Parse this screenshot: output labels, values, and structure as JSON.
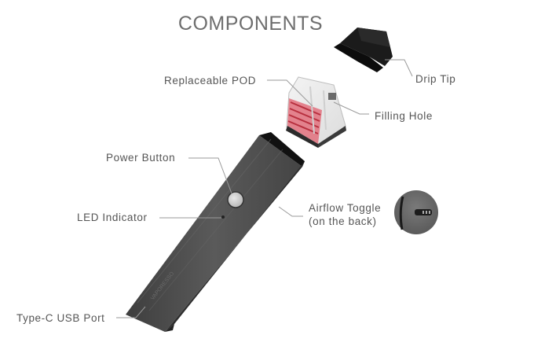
{
  "title": "COMPONENTS",
  "labels": {
    "drip_tip": "Drip Tip",
    "replaceable_pod": "Replaceable POD",
    "filling_hole": "Filling Hole",
    "power_button": "Power Button",
    "led_indicator": "LED Indicator",
    "airflow_toggle_line1": "Airflow Toggle",
    "airflow_toggle_line2": "(on the back)",
    "usb_port": "Type-C USB Port"
  },
  "colors": {
    "label_text": "#555555",
    "title_text": "#6e6e6e",
    "leader_line": "#9a9a9a",
    "body": "#4a4a4a",
    "pod_liquid": "#d9485a",
    "drip_tip": "#151515"
  }
}
